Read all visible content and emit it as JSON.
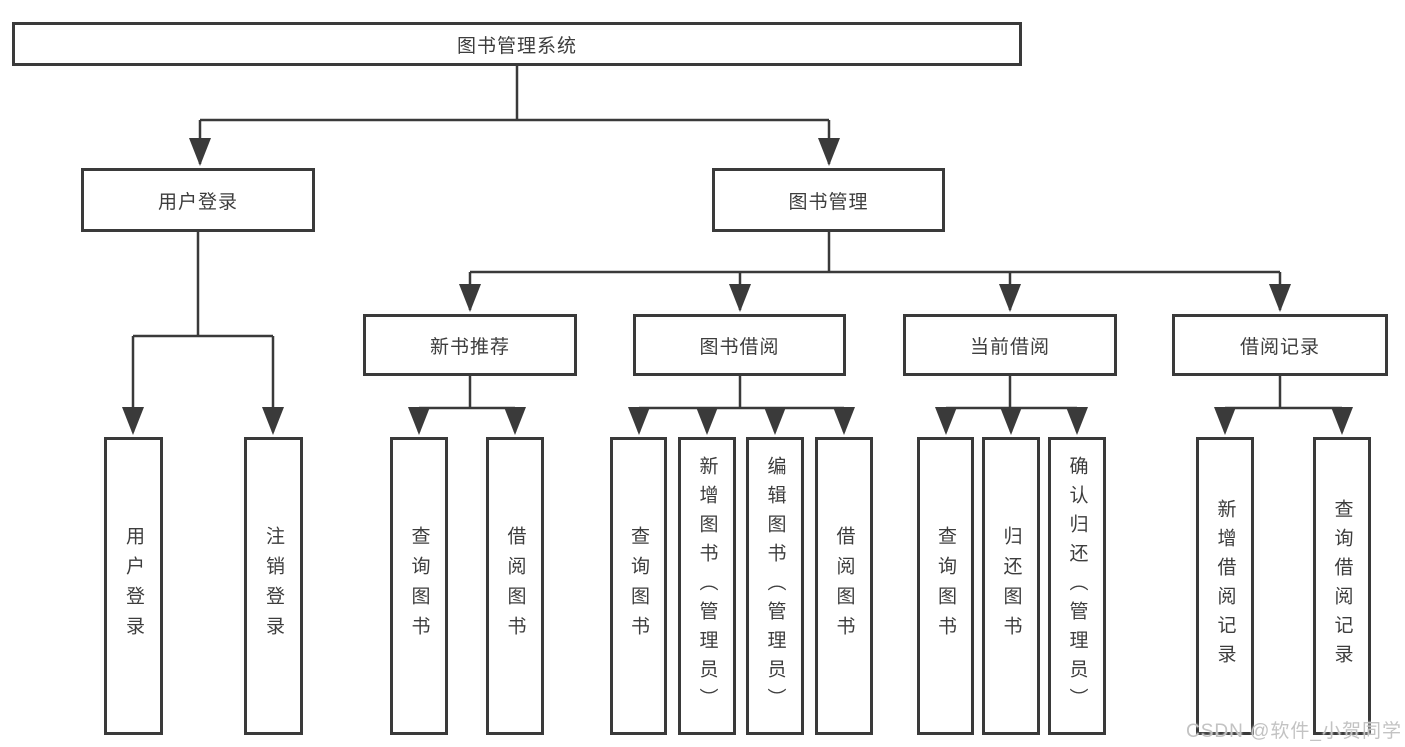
{
  "tree": {
    "root": "图书管理系统",
    "branches": [
      {
        "label": "用户登录",
        "children": [
          "用户登录",
          "注销登录"
        ]
      },
      {
        "label": "图书管理",
        "children": [
          {
            "label": "新书推荐",
            "children": [
              "查询图书",
              "借阅图书"
            ]
          },
          {
            "label": "图书借阅",
            "children": [
              "查询图书",
              "新增图书（管理员）",
              "编辑图书（管理员）",
              "借阅图书"
            ]
          },
          {
            "label": "当前借阅",
            "children": [
              "查询图书",
              "归还图书",
              "确认归还（管理员）"
            ]
          },
          {
            "label": "借阅记录",
            "children": [
              "新增借阅记录",
              "查询借阅记录"
            ]
          }
        ]
      }
    ]
  },
  "watermark": {
    "text": "CSDN @软件_小贺同学"
  },
  "colors": {
    "line": "#3a3a3a",
    "text": "#3d3d3d",
    "box_fill": "#ffffff",
    "watermark": "#c3c3c3"
  }
}
